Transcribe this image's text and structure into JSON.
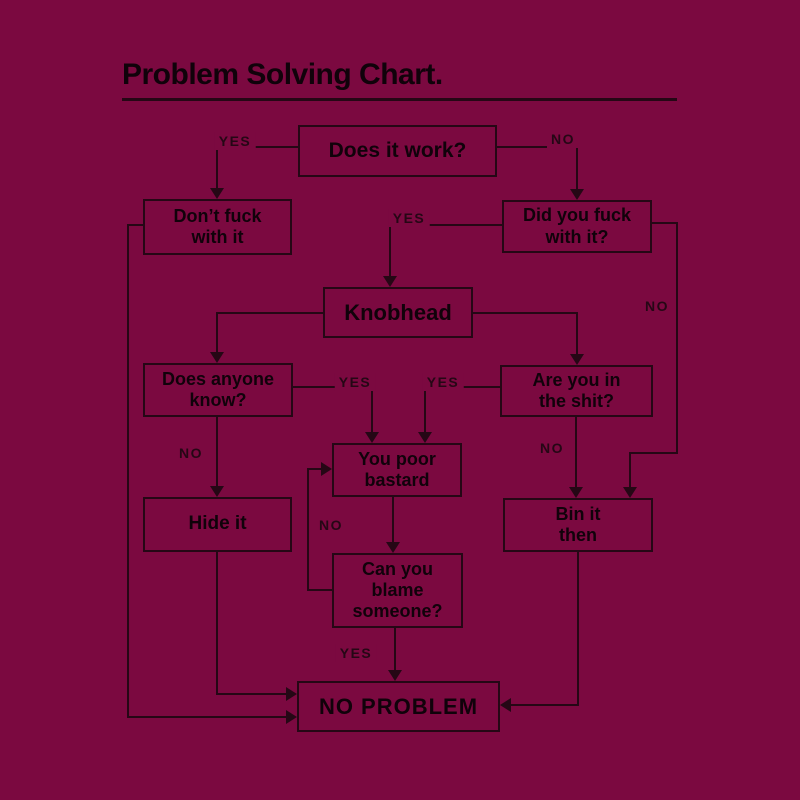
{
  "title": "Problem Solving Chart.",
  "colors": {
    "background": "#7b0940",
    "ink": "#10020a"
  },
  "nodes": {
    "does_it_work": {
      "text": "Does it work?"
    },
    "dont_fuck": {
      "line1": "Don’t fuck",
      "line2": "with it"
    },
    "did_you_fuck": {
      "line1": "Did you fuck",
      "line2": "with it?"
    },
    "knobhead": {
      "text": "Knobhead"
    },
    "does_anyone_know": {
      "line1": "Does anyone",
      "line2": "know?"
    },
    "are_you_in_shit": {
      "line1": "Are you in",
      "line2": "the shit?"
    },
    "you_poor_bastard": {
      "line1": "You poor",
      "line2": "bastard"
    },
    "hide_it": {
      "text": "Hide it"
    },
    "bin_it_then": {
      "line1": "Bin it",
      "line2": "then"
    },
    "can_you_blame": {
      "line1": "Can you",
      "line2": "blame",
      "line3": "someone?"
    },
    "no_problem": {
      "text": "NO PROBLEM"
    }
  },
  "edge_labels": {
    "does_it_work_yes": "YES",
    "does_it_work_no": "NO",
    "did_you_fuck_yes": "YES",
    "did_you_fuck_no": "NO",
    "does_anyone_know_yes": "YES",
    "does_anyone_know_no": "NO",
    "are_you_in_shit_yes": "YES",
    "are_you_in_shit_no": "NO",
    "can_you_blame_no": "NO",
    "can_you_blame_yes": "YES"
  }
}
